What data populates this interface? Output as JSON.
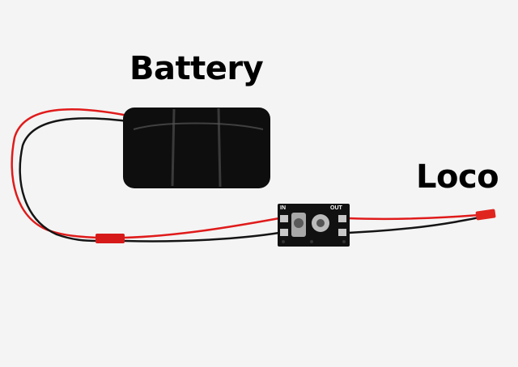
{
  "labels": {
    "battery": "Battery",
    "loco": "Loco"
  },
  "board": {
    "in_label": "IN",
    "out_label": "OUT"
  },
  "colors": {
    "background": "#f4f4f4",
    "wire_red": "#e01b1b",
    "wire_black": "#151515",
    "battery": "#0e0e0e",
    "board": "#111111"
  }
}
